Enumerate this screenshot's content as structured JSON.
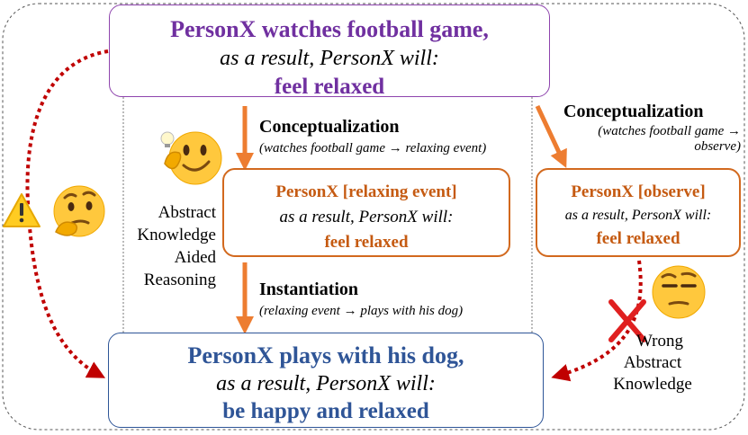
{
  "top_box": {
    "line1": "PersonX watches football game,",
    "line2": "as a result, PersonX will:",
    "line3": "feel relaxed"
  },
  "conceptualization_left": {
    "title": "Conceptualization",
    "detail": "(watches football game → relaxing event)"
  },
  "conceptualization_right": {
    "title": "Conceptualization",
    "detail_line1": "(watches football game →",
    "detail_line2": "observe)"
  },
  "mid_box": {
    "line1": "PersonX [relaxing event]",
    "line2": "as a result, PersonX will:",
    "line3": "feel relaxed"
  },
  "right_box": {
    "line1": "PersonX [observe]",
    "line2": "as a result, PersonX will:",
    "line3": "feel relaxed"
  },
  "instantiation": {
    "title": "Instantiation",
    "detail": "(relaxing event → plays with his dog)"
  },
  "bottom_box": {
    "line1": "PersonX plays with his dog,",
    "line2": "as a result, PersonX will:",
    "line3": "be happy and relaxed"
  },
  "abstract_label": {
    "line1": "Abstract",
    "line2": "Knowledge",
    "line3": "Aided",
    "line4": "Reasoning"
  },
  "wrong_label": {
    "line1": "Wrong",
    "line2": "Abstract",
    "line3": "Knowledge"
  },
  "colors": {
    "purple": "#7030a0",
    "orange": "#c55a11",
    "blue": "#2f5597",
    "arrow_orange": "#ed7d31",
    "dotted_red": "#c00000"
  },
  "icons": [
    "warning-icon",
    "thinking-face-icon",
    "lightbulb-smiley-icon",
    "skeptical-face-icon",
    "red-cross-icon"
  ]
}
